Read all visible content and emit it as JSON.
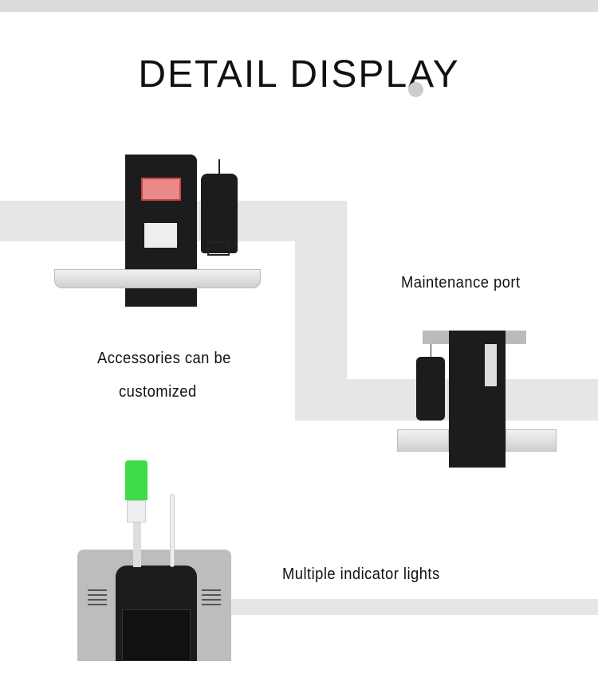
{
  "title": "DETAIL DISPLAY",
  "captions": {
    "accessories_line1": "Accessories can be",
    "accessories_line2": "customized",
    "maintenance": "Maintenance port",
    "indicator": "Multiple indicator lights"
  },
  "colors": {
    "band": "#e6e6e6",
    "indicator_light": "#3fdc4a",
    "scanner_window": "#e88a8a"
  }
}
